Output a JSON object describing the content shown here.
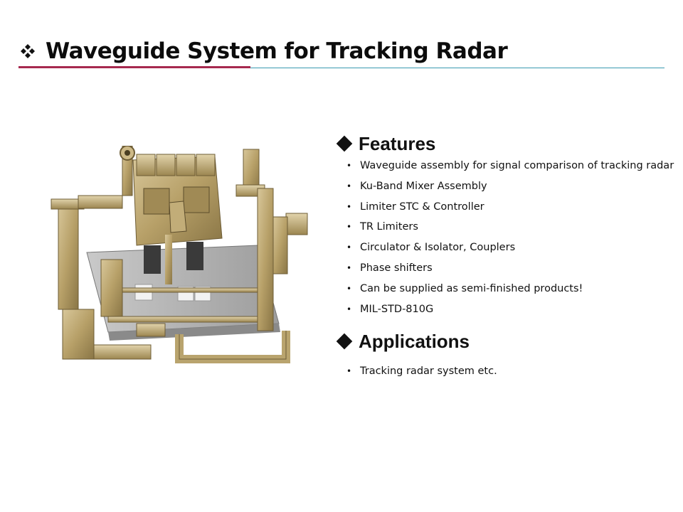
{
  "page": {
    "title": "Waveguide System for Tracking Radar",
    "title_bullet_icon": "four-diamond-bullet-icon",
    "accent_color": "#a6294f",
    "rule_color": "#3a9ab0"
  },
  "image": {
    "subject": "waveguide-assembly-photo"
  },
  "features": {
    "heading": "Features",
    "items": [
      "Waveguide assembly for signal comparison of tracking radar",
      "Ku-Band  Mixer Assembly",
      "Limiter STC & Controller",
      "TR Limiters",
      "Circulator & Isolator, Couplers",
      "Phase shifters",
      "Can be supplied as semi-finished products!",
      "MIL-STD-810G"
    ]
  },
  "applications": {
    "heading": "Applications",
    "items": [
      "Tracking radar system etc."
    ]
  }
}
